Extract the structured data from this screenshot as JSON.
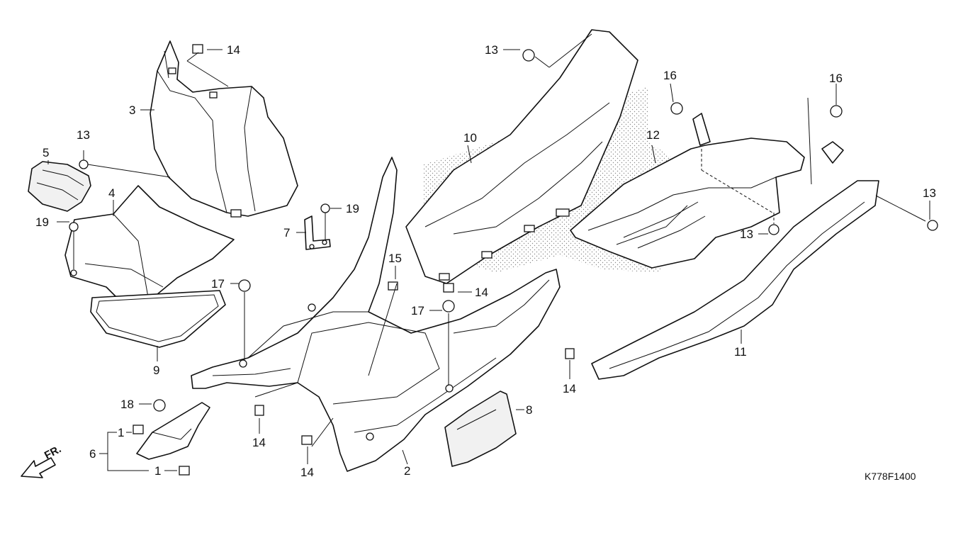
{
  "diagram": {
    "code": "K778F1400",
    "direction_label": "FR.",
    "callouts": {
      "c1a": "1",
      "c1b": "1",
      "c2": "2",
      "c3": "3",
      "c4": "4",
      "c5": "5",
      "c6": "6",
      "c7": "7",
      "c8": "8",
      "c9": "9",
      "c10": "10",
      "c11": "11",
      "c12": "12",
      "c13a": "13",
      "c13b": "13",
      "c13c": "13",
      "c13d": "13",
      "c14a": "14",
      "c14b": "14",
      "c14c": "14",
      "c14d": "14",
      "c14e": "14",
      "c15": "15",
      "c16a": "16",
      "c16b": "16",
      "c17a": "17",
      "c17b": "17",
      "c18": "18",
      "c19a": "19",
      "c19b": "19"
    }
  }
}
